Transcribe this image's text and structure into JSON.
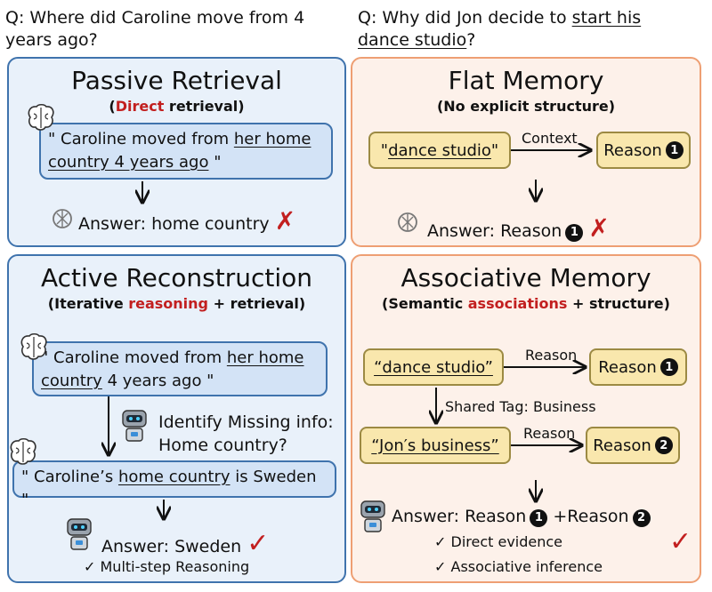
{
  "questions": {
    "left_line1": "Q: Where did Caroline move from 4",
    "left_line2": "years ago?",
    "right_line1": "Q: Why did Jon decide to ",
    "right_line1_ul": "start his",
    "right_line2_ul": "dance studio",
    "right_line2_end": "?"
  },
  "passive": {
    "title": "Passive Retrieval",
    "sub_open": "(",
    "sub_red": "Direct",
    "sub_rest": " retrieval)",
    "quote_a": "\" Caroline moved from ",
    "quote_ul1": "her home",
    "quote_ul2": "country 4 years ago",
    "quote_end": " \"",
    "answer": "Answer: home country",
    "mark": "✗"
  },
  "flat": {
    "title": "Flat Memory",
    "subtitle": "(No explicit structure)",
    "box1_open": "\" ",
    "box1_ul": "dance studio",
    "box1_close": "\"",
    "edge": "Context",
    "box2": "Reason",
    "num1": "1",
    "answer": "Answer: Reason",
    "mark": "✗"
  },
  "active": {
    "title": "Active Reconstruction",
    "sub_a": "(Iterative ",
    "sub_red": "reasoning",
    "sub_b": " + retrieval)",
    "q1_a": "\" Caroline moved from ",
    "q1_ul1": "her home",
    "q1_ul2": "country",
    "q1_end": " 4 years ago \"",
    "robot_line1": "Identify Missing info:",
    "robot_line2": "Home country?",
    "q2_a": "\" Caroline’s ",
    "q2_ul": "home country",
    "q2_end": " is Sweden \"",
    "answer": "Answer: Sweden",
    "mark": "✓",
    "check": "✓  Multi-step Reasoning"
  },
  "assoc": {
    "title": "Associative Memory",
    "sub_a": "(Semantic ",
    "sub_red": "associations",
    "sub_b": " + structure)",
    "box1": "“dance studio”",
    "edge1": "Reason",
    "box2": "Reason",
    "num1": "1",
    "shared": "Shared Tag: Business",
    "box3": "“Jon′s business”",
    "edge2": "Reason",
    "box4": "Reason",
    "num2": "2",
    "answer_a": "Answer: Reason",
    "answer_b": "+Reason",
    "check1": "✓  Direct evidence",
    "check2": "✓  Associative inference",
    "mark": "✓"
  },
  "colors": {
    "blue_border": "#3f73ad",
    "orange_border": "#ee9f73",
    "accent_red": "#c21f1f",
    "yellow_box": "#f9e7ad"
  },
  "icons": [
    "brain-icon",
    "openai-logo-icon",
    "robot-icon"
  ]
}
